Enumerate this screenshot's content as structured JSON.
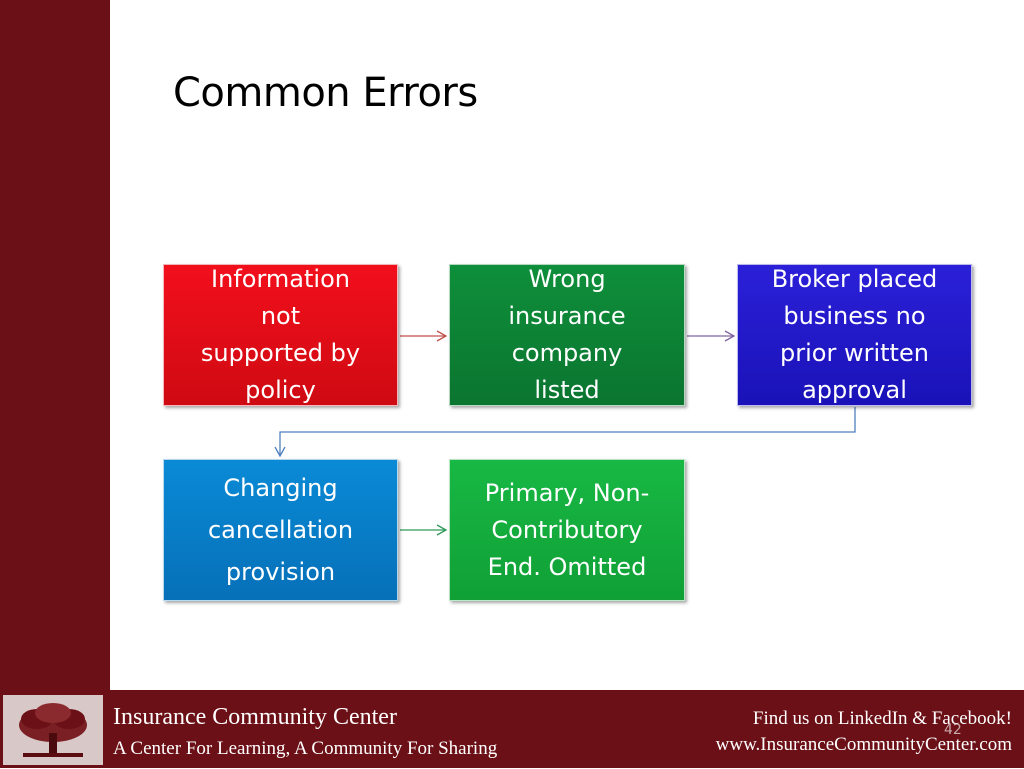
{
  "slide": {
    "title": "Common Errors",
    "number": "42"
  },
  "nodes": [
    {
      "id": "n1",
      "lines": [
        "Information",
        "not",
        "supported by",
        "policy"
      ],
      "color": "#e80c18"
    },
    {
      "id": "n2",
      "lines": [
        "Wrong",
        "insurance",
        "company",
        "listed"
      ],
      "color": "#0d8435"
    },
    {
      "id": "n3",
      "lines": [
        "Broker placed",
        "business no",
        "prior written",
        "approval"
      ],
      "color": "#2419c9"
    },
    {
      "id": "n4",
      "lines": [
        "Changing",
        "cancellation",
        "provision"
      ],
      "color": "#0880c8"
    },
    {
      "id": "n5",
      "lines": [
        "Primary, Non-",
        "Contributory",
        "End. Omitted"
      ],
      "color": "#14ad3d"
    }
  ],
  "edges": [
    {
      "from": "n1",
      "to": "n2",
      "color": "#c0504d"
    },
    {
      "from": "n2",
      "to": "n3",
      "color": "#8064a2"
    },
    {
      "from": "n3",
      "to": "n4",
      "color": "#4f81bd"
    },
    {
      "from": "n4",
      "to": "n5",
      "color": "#2e9a5a"
    }
  ],
  "footer": {
    "org_name": "Insurance Community Center",
    "tagline": "A Center For Learning, A Community For Sharing",
    "social": "Find us on LinkedIn & Facebook!",
    "website": "www.InsuranceCommunityCenter.com",
    "logo_icon": "tree-icon",
    "brand_color": "#6b1016"
  }
}
